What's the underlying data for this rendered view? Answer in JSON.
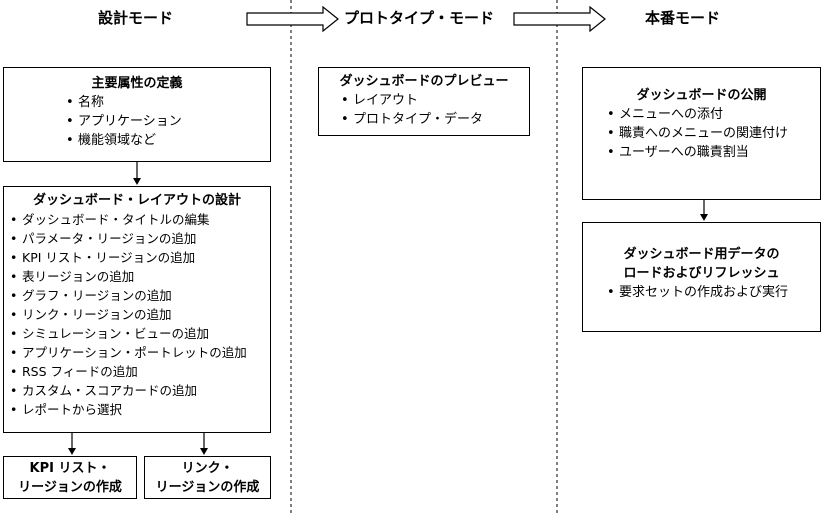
{
  "headers": {
    "design": "設計モード",
    "prototype": "プロトタイプ・モード",
    "production": "本番モード"
  },
  "boxes": {
    "attributes": {
      "title": "主要属性の定義",
      "items": [
        "名称",
        "アプリケーション",
        "機能領域など"
      ]
    },
    "layout": {
      "title": "ダッシュボード・レイアウトの設計",
      "items": [
        "ダッシュボード・タイトルの編集",
        "パラメータ・リージョンの追加",
        "KPI リスト・リージョンの追加",
        "表リージョンの追加",
        "グラフ・リージョンの追加",
        "リンク・リージョンの追加",
        "シミュレーション・ビューの追加",
        "アプリケーション・ポートレットの追加",
        "RSS フィードの追加",
        "カスタム・スコアカードの追加",
        "レポートから選択"
      ]
    },
    "kpi_region": {
      "line1": "KPI リスト・",
      "line2": "リージョンの作成"
    },
    "link_region": {
      "line1": "リンク・",
      "line2": "リージョンの作成"
    },
    "preview": {
      "title": "ダッシュボードのプレビュー",
      "items": [
        "レイアウト",
        "プロトタイプ・データ"
      ]
    },
    "publish": {
      "title": "ダッシュボードの公開",
      "items": [
        "メニューへの添付",
        "職責へのメニューの関連付け",
        "ユーザーへの職責割当"
      ]
    },
    "load": {
      "title_line1": "ダッシュボード用データの",
      "title_line2": "ロードおよびリフレッシュ",
      "items": [
        "要求セットの作成および実行"
      ]
    }
  }
}
